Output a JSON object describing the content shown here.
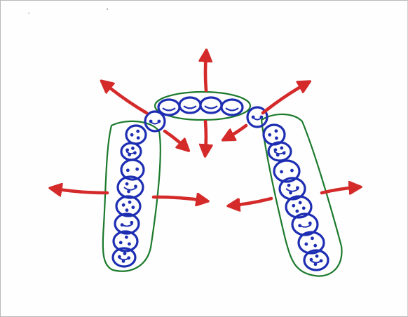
{
  "diagram": {
    "subject": "dental-arch-expansion-sketch",
    "colors": {
      "arrow": "#d42a2a",
      "tooth_outline": "#1e2eb3",
      "segment_outline": "#1c7a2c",
      "paper": "#fefefe",
      "frame": "#b8b8b8"
    },
    "segments": [
      {
        "name": "anterior",
        "tooth_count": 4
      },
      {
        "name": "left-posterior",
        "tooth_count": 9
      },
      {
        "name": "right-posterior",
        "tooth_count": 9
      }
    ],
    "force_arrows": [
      {
        "name": "up",
        "direction": "outward"
      },
      {
        "name": "upper-left",
        "direction": "outward"
      },
      {
        "name": "upper-right",
        "direction": "outward"
      },
      {
        "name": "left",
        "direction": "outward"
      },
      {
        "name": "right",
        "direction": "outward"
      },
      {
        "name": "center-down",
        "direction": "inward"
      },
      {
        "name": "center-down-left",
        "direction": "inward"
      },
      {
        "name": "center-down-right",
        "direction": "inward"
      },
      {
        "name": "mid-left",
        "direction": "inward"
      },
      {
        "name": "mid-right",
        "direction": "inward"
      }
    ]
  }
}
